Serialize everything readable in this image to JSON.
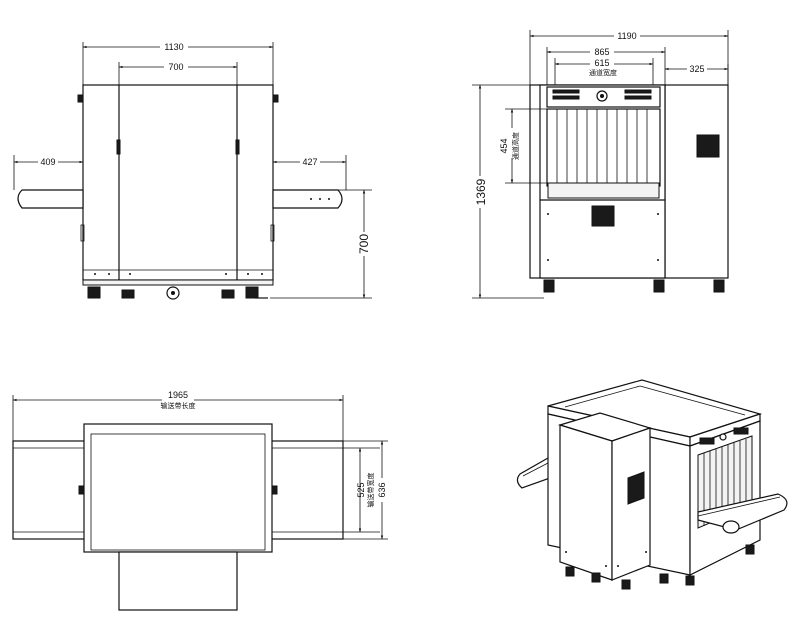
{
  "front_view": {
    "overall_width": "1130",
    "tunnel_width": "700",
    "left_conveyor": "409",
    "right_conveyor": "427",
    "conveyor_height": "700"
  },
  "side_view": {
    "overall_length": "1190",
    "body_length": "865",
    "inner_width": "615",
    "inner_width_label": "通道宽度",
    "console_length": "325",
    "tunnel_height": "454",
    "tunnel_height_label": "通道高度",
    "overall_height": "1369"
  },
  "top_view": {
    "belt_length": "1965",
    "belt_length_label": "输送带长度",
    "belt_width": "525",
    "belt_width_label": "输送带宽度",
    "overall_depth": "636"
  },
  "colors": {
    "line": "#111111",
    "background": "#ffffff"
  }
}
